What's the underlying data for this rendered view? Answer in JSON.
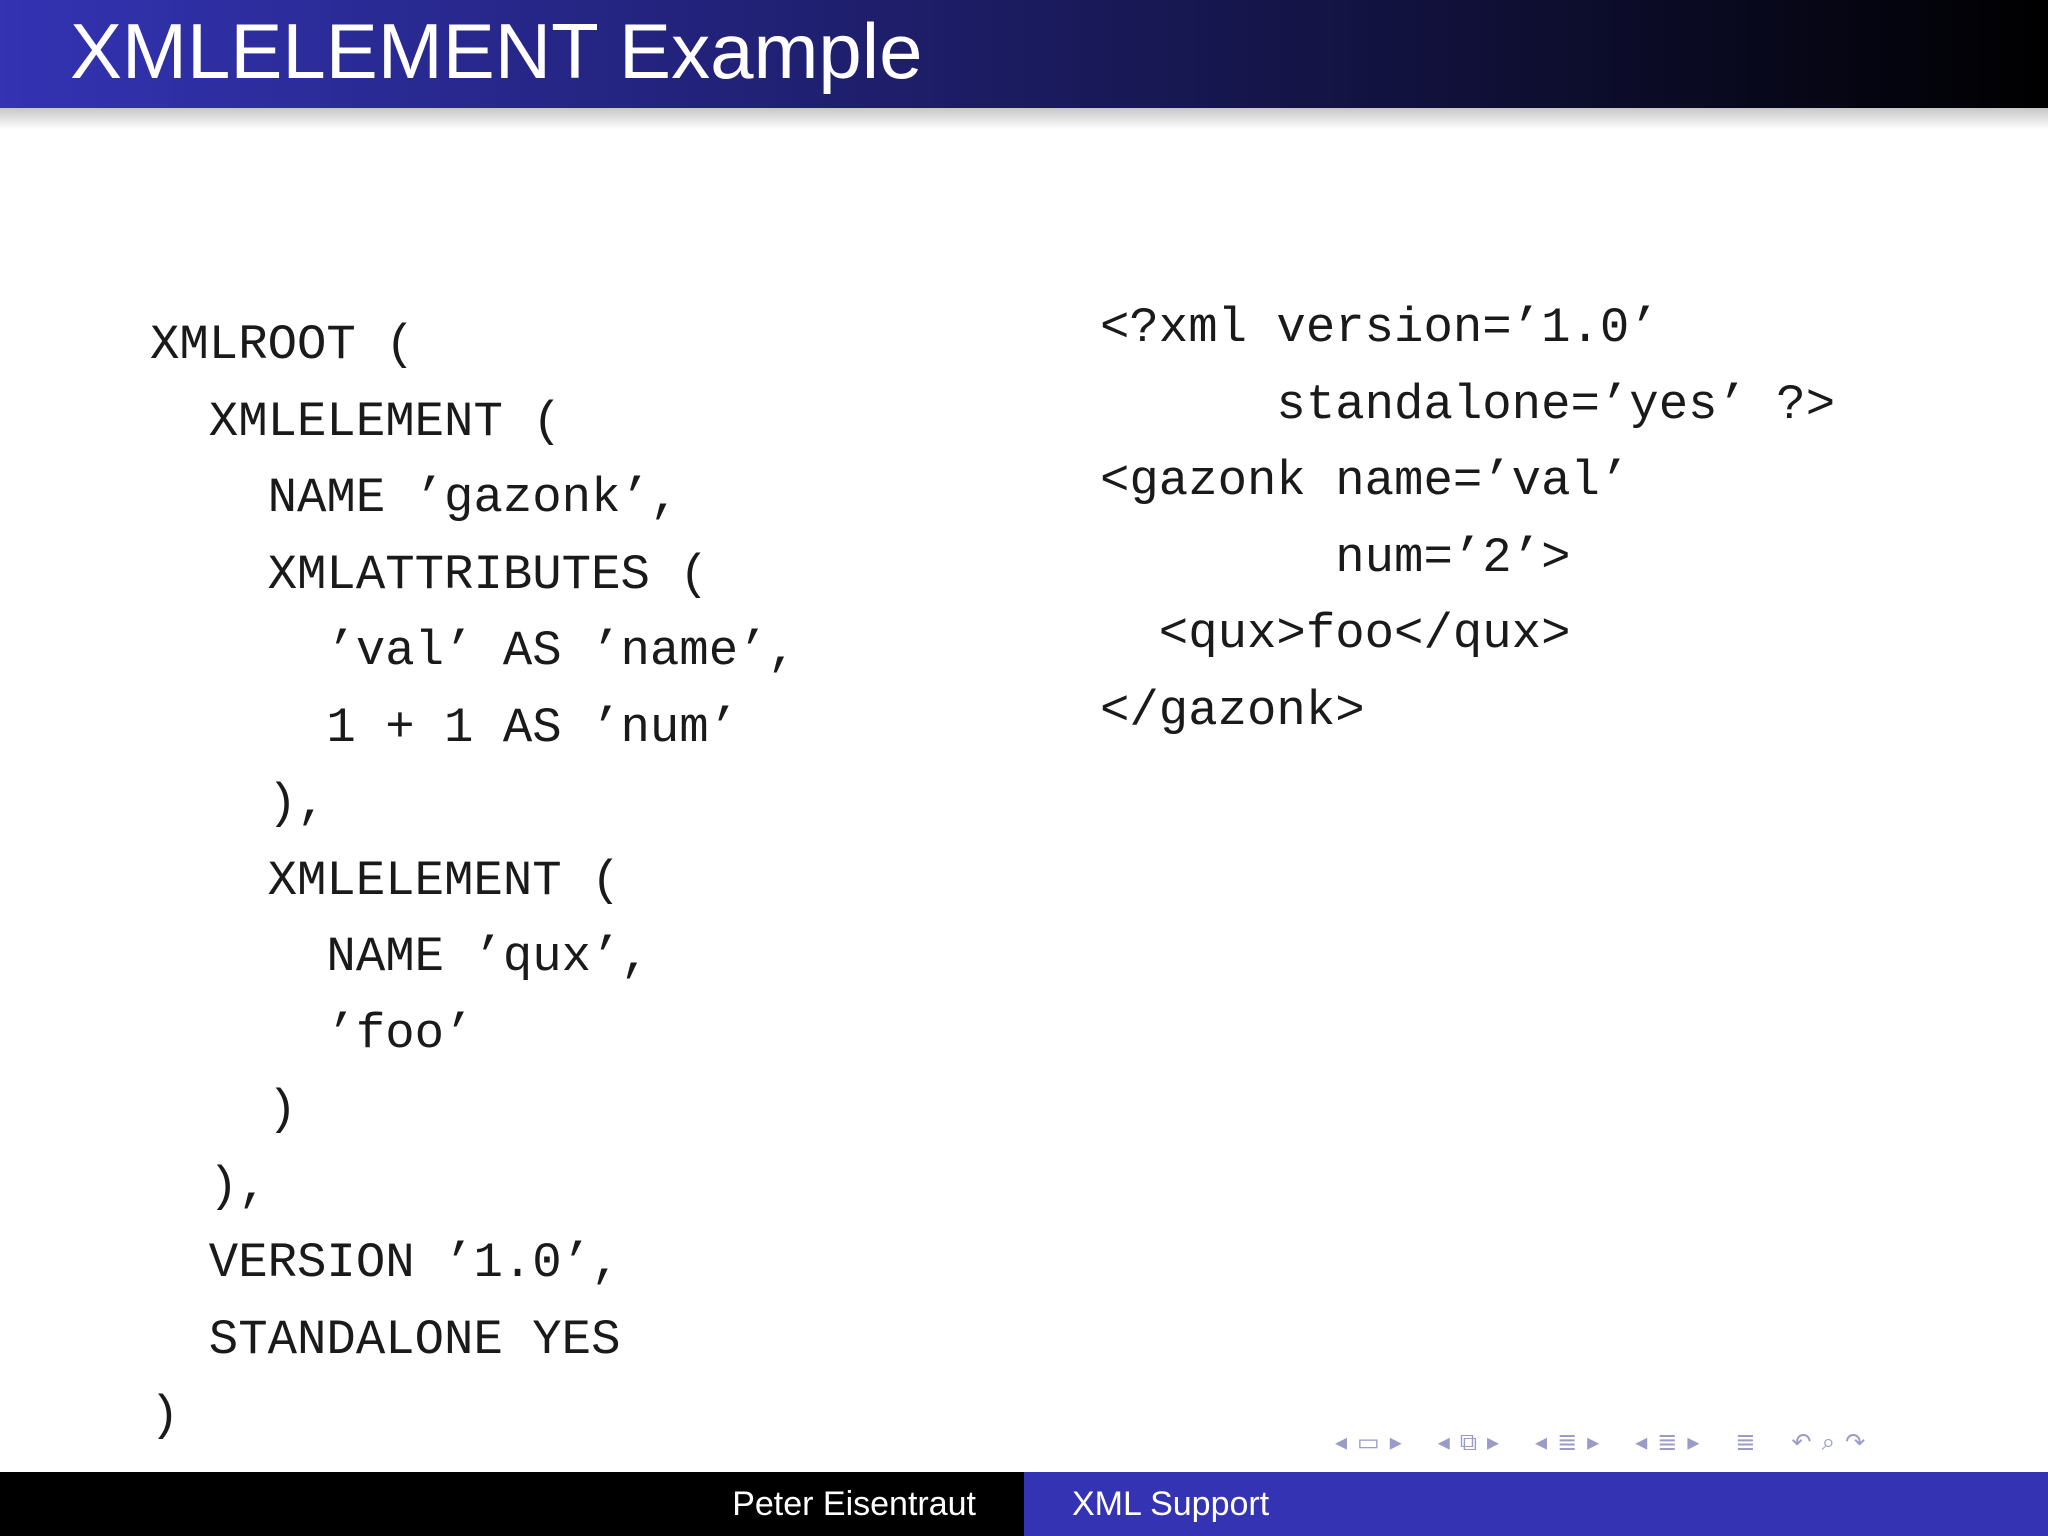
{
  "slide": {
    "title": "XMLELEMENT Example"
  },
  "sql_code": {
    "lines": [
      "XMLROOT (",
      "  XMLELEMENT (",
      "    NAME ’gazonk’,",
      "    XMLATTRIBUTES (",
      "      ’val’ AS ’name’,",
      "      1 + 1 AS ’num’",
      "    ),",
      "    XMLELEMENT (",
      "      NAME ’qux’,",
      "      ’foo’",
      "    )",
      "  ),",
      "  VERSION ’1.0’,",
      "  STANDALONE YES",
      ")"
    ]
  },
  "xml_output": {
    "lines": [
      "<?xml version=’1.0’",
      "      standalone=’yes’ ?>",
      "<gazonk name=’val’",
      "        num=’2’>",
      "  <qux>foo</qux>",
      "</gazonk>"
    ]
  },
  "navigation": {
    "colors": {
      "icon": "#9b9bc8"
    },
    "icons": [
      "arrow-left-icon",
      "frame-icon",
      "arrow-right-icon",
      "arrow-left-icon",
      "subsection-icon",
      "arrow-right-icon",
      "arrow-left-icon",
      "section-icon",
      "arrow-right-icon",
      "arrow-left-icon",
      "section-icon",
      "arrow-right-icon",
      "appendix-icon",
      "undo-icon",
      "search-icon",
      "redo-icon"
    ]
  },
  "footer": {
    "author": "Peter Eisentraut",
    "talk_title": "XML Support",
    "colors": {
      "left_bg": "#000000",
      "right_bg": "#3333b3"
    }
  }
}
